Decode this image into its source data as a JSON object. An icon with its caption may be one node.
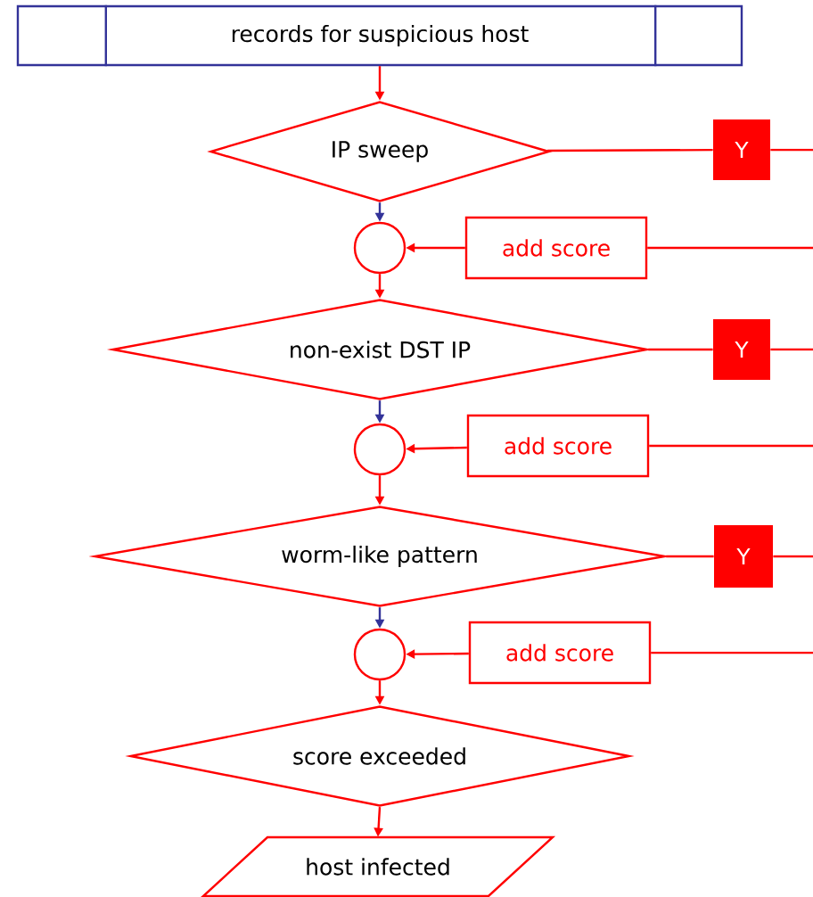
{
  "diagram": {
    "nodes": [
      {
        "text": [
          "records for suspicious host"
        ]
      },
      {
        "text": [
          "IP sweep"
        ]
      },
      {
        "text": [
          "Y"
        ]
      },
      {
        "text": [],
        "shape": "circle"
      },
      {
        "text": [
          "add score"
        ]
      },
      {
        "text": [
          "non-exist DST IP"
        ]
      },
      {
        "text": [
          "Y"
        ]
      },
      {
        "text": [],
        "shape": "circle"
      },
      {
        "text": [
          "add score"
        ]
      },
      {
        "text": [
          "worm-like pattern"
        ]
      },
      {
        "text": [
          "Y"
        ]
      },
      {
        "text": [],
        "shape": "circle"
      },
      {
        "text": [
          "add score"
        ]
      },
      {
        "text": [
          "score exceeded"
        ]
      },
      {
        "text": [
          "host infected"
        ]
      }
    ],
    "edges": [
      {
        "from": 0,
        "to": 1,
        "arrow": "to"
      },
      {
        "from": 1,
        "to": 3,
        "arrow": "to",
        "color": "#333399"
      },
      {
        "from": 1,
        "to": 2,
        "arrow": "none"
      },
      {
        "from": 2,
        "to": null,
        "arrow": "none"
      },
      {
        "from": null,
        "to": 4,
        "arrow": "none"
      },
      {
        "from": 4,
        "to": 3,
        "arrow": "to"
      },
      {
        "from": 3,
        "to": 5,
        "arrow": "to"
      },
      {
        "from": 5,
        "to": 7,
        "arrow": "to",
        "color": "#333399"
      },
      {
        "from": 5,
        "to": 6,
        "arrow": "none"
      },
      {
        "from": 6,
        "to": null,
        "arrow": "none"
      },
      {
        "from": null,
        "to": 8,
        "arrow": "none"
      },
      {
        "from": 8,
        "to": 7,
        "arrow": "to"
      },
      {
        "from": 7,
        "to": 9,
        "arrow": "to"
      },
      {
        "from": 9,
        "to": 11,
        "arrow": "to",
        "color": "#333399"
      },
      {
        "from": 9,
        "to": 10,
        "arrow": "none"
      },
      {
        "from": 10,
        "to": null,
        "arrow": "none"
      },
      {
        "from": null,
        "to": 12,
        "arrow": "none"
      },
      {
        "from": 12,
        "to": 11,
        "arrow": "to"
      },
      {
        "from": 11,
        "to": 13,
        "arrow": "to"
      },
      {
        "from": 13,
        "to": 14,
        "arrow": "to"
      }
    ]
  }
}
